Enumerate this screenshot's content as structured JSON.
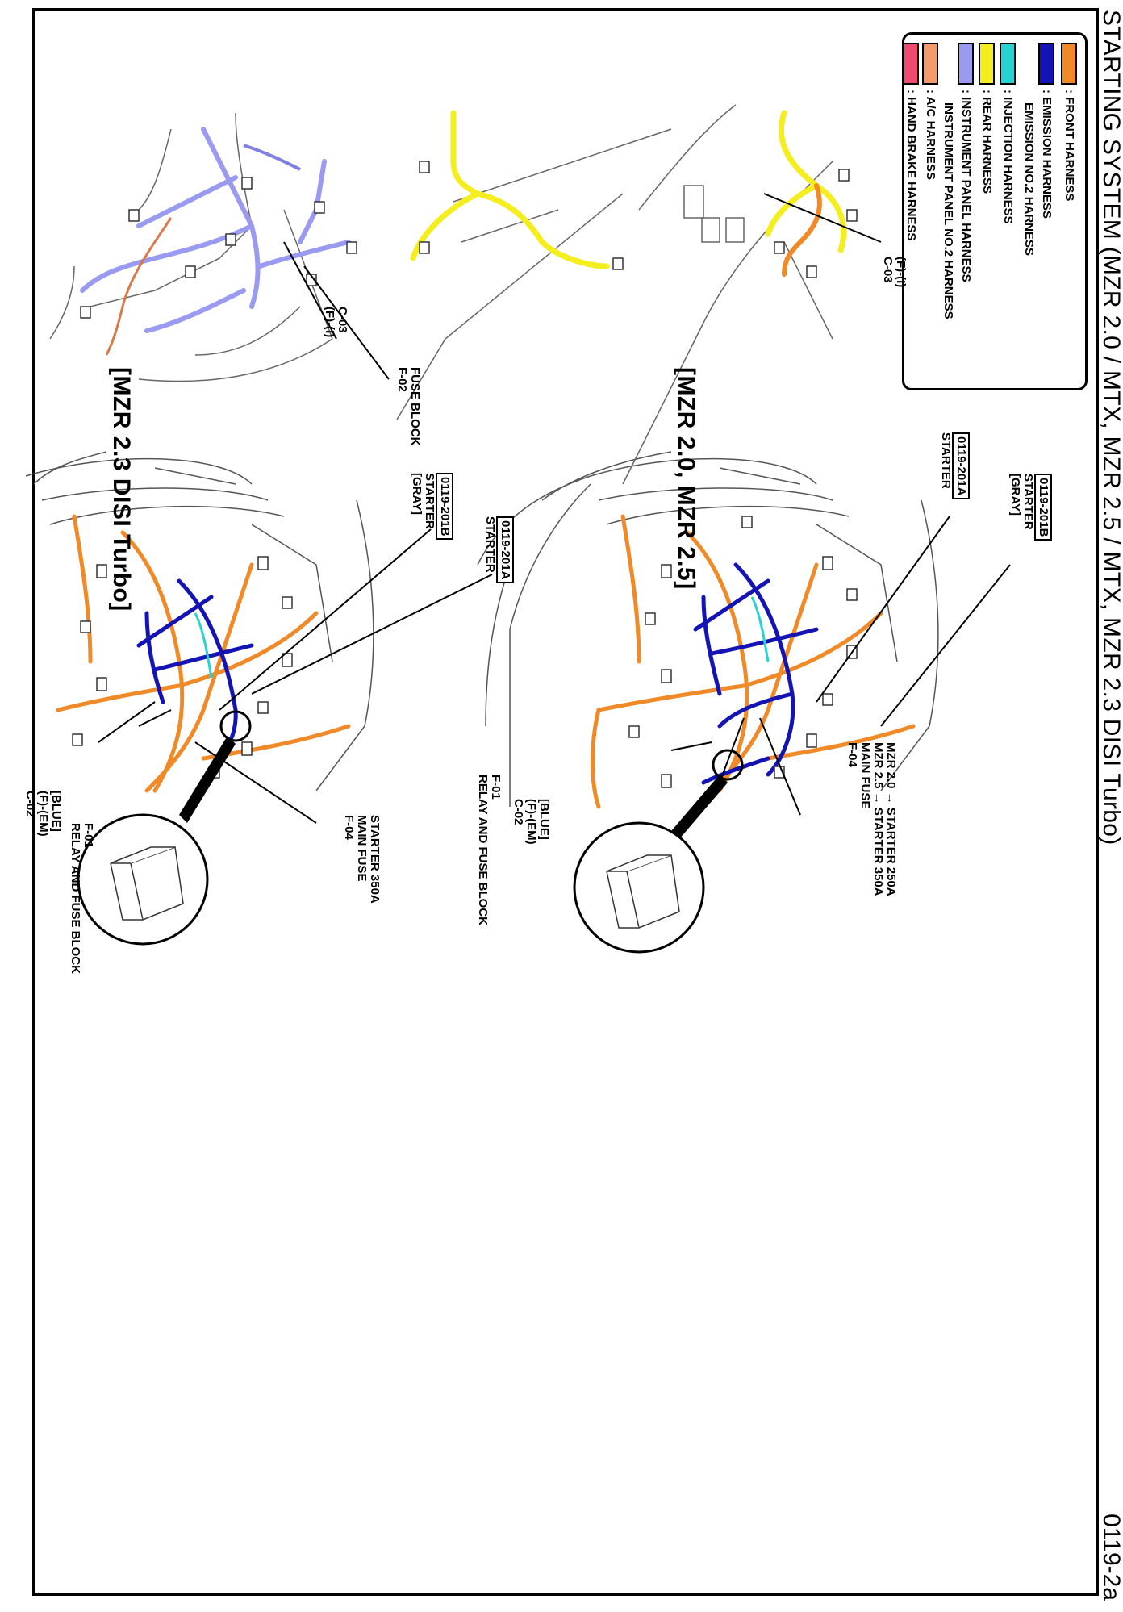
{
  "page": {
    "title": "STARTING SYSTEM (MZR 2.0 / MTX, MZR 2.5 / MTX, MZR 2.3 DISI Turbo)",
    "page_number": "0119-2a"
  },
  "legend": [
    {
      "label": ": FRONT HARNESS",
      "color": "#f08a28"
    },
    {
      "label": ": EMISSION HARNESS",
      "label2": "EMISSION NO.2 HARNESS",
      "color": "#1414b4"
    },
    {
      "label": ": INJECTION HARNESS",
      "color": "#28d2d2"
    },
    {
      "label": ": REAR HARNESS",
      "color": "#f5ee1e"
    },
    {
      "label": ": INSTRUMENT PANEL HARNESS",
      "label2": "INSTRUMENT PANEL NO.2 HARNESS",
      "color": "#9a9af0"
    },
    {
      "label": ": A/C HARNESS",
      "color": "#f29a6a"
    },
    {
      "label": ": HAND BRAKE HARNESS",
      "color": "#f04a6e"
    }
  ],
  "sections": {
    "mzr20": {
      "label": "[MZR 2.0, MZR 2.5]"
    },
    "mzr23": {
      "label": "[MZR 2.3 DISI Turbo]"
    }
  },
  "callouts": {
    "a_201b_code": "0119-201B",
    "a_201b_line1": "STARTER",
    "a_201b_line2": "[GRAY]",
    "a_201a_code": "0119-201A",
    "a_201a_line1": "STARTER",
    "a_fuse_line1": "MZR 2.0 → STARTER 250A",
    "a_fuse_line2": "MZR 2.5 → STARTER 350A",
    "a_fuse_line3": "MAIN FUSE",
    "a_fuse_line4": "F-04",
    "a_c02_line1": "[BLUE]",
    "a_c02_line2": "(F)-(EM)",
    "a_c02_line3": "C-02",
    "a_f01_line1": "F-01",
    "a_f01_line2": "RELAY AND FUSE BLOCK",
    "a_c03_line1": "(F)-(I)",
    "a_c03_line2": "C-03",
    "b_201a_code": "0119-201A",
    "b_201a_line1": "STARTER",
    "b_201b_code": "0119-201B",
    "b_201b_line1": "STARTER",
    "b_201b_line2": "[GRAY]",
    "b_fuse_line1": "STARTER 350A",
    "b_fuse_line2": "MAIN FUSE",
    "b_fuse_line3": "F-04",
    "b_c02_line1": "[BLUE]",
    "b_c02_line2": "(F)-(EM)",
    "b_c02_line3": "C-02",
    "b_f01_line1": "F-01",
    "b_f01_line2": "RELAY AND FUSE BLOCK",
    "c_fuse_line1": "FUSE BLOCK",
    "c_fuse_line2": "F-02",
    "c_c03_line1": "C-03",
    "c_c03_line2": "(F)-(I)"
  }
}
